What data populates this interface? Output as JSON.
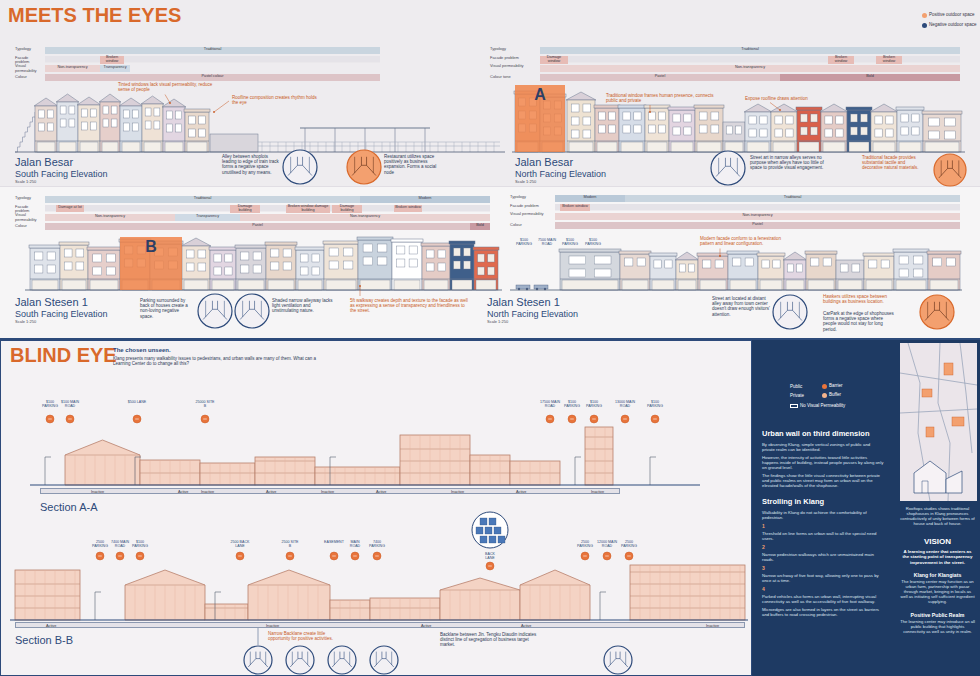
{
  "diagram": {
    "title": "MEETS THE EYES",
    "nodes": [
      {
        "text": [
          "Traditional"
        ]
      },
      {
        "text": [
          "Broken window"
        ]
      },
      {
        "text": [
          "Non-transparency"
        ]
      },
      {
        "text": [
          "Transparency"
        ]
      },
      {
        "text": [
          "Pastel colour"
        ]
      },
      {
        "text": [
          "Traditional"
        ]
      },
      {
        "text": [
          "Damage window"
        ]
      },
      {
        "text": [
          "Broken window"
        ]
      },
      {
        "text": [
          "Broken window"
        ]
      },
      {
        "text": [
          "Non-transparency"
        ]
      },
      {
        "text": [
          "Pastel"
        ]
      },
      {
        "text": [
          "Bold"
        ]
      },
      {
        "text": [
          "A"
        ]
      },
      {
        "text": [
          "Traditional"
        ]
      },
      {
        "text": [
          "Modern"
        ]
      },
      {
        "text": [
          "Damage at lot"
        ]
      },
      {
        "text": [
          "Damage building"
        ]
      },
      {
        "text": [
          "Broken window damage building"
        ]
      },
      {
        "text": [
          "Damage building"
        ]
      },
      {
        "text": [
          "Broken window"
        ]
      },
      {
        "text": [
          "Non-transparency"
        ]
      },
      {
        "text": [
          "Transparency"
        ]
      },
      {
        "text": [
          "Non-transparency"
        ]
      },
      {
        "text": [
          "Pastel"
        ]
      },
      {
        "text": [
          "Bold"
        ]
      },
      {
        "text": [
          "B"
        ]
      },
      {
        "text": [
          "Modern"
        ]
      },
      {
        "text": [
          "Traditional"
        ]
      },
      {
        "text": [
          "Broken window"
        ]
      },
      {
        "text": [
          "Non-transparency"
        ]
      },
      {
        "text": [
          "Pastel"
        ]
      },
      {
        "text": [
          "Inactive",
          "Active",
          "Inactive",
          "Active",
          "Inactive",
          "Active",
          "Inactive",
          "Active",
          "Inactive"
        ]
      },
      {
        "text": [
          "Active",
          "Inactive",
          "Active",
          "Active",
          "Inactive"
        ]
      },
      {
        "text": [
          "Urban wall on third dimension",
          "By observing Klang, simple vertical zonings of public and private realm can be identified.",
          "However, the intensity of activities toward little activities happens inside of building, instead people passes by along only on ground level.",
          "The findings show the little visual connectivity between private and public realms on street may form an urban wall on the elevated facade/walls of the shophouse.",
          "Strolling in Klang",
          "Walkability in Klang do not achieve the comfortability of pedestrian.",
          "1",
          "Threshold on line forms an urban wall to all the special need users.",
          "2",
          "Narrow pedestrian walkways which are unmaintained main roads.",
          "3",
          "Narrow archway of five foot way, allowing only one to pass by once at a time.",
          "4",
          "Parked vehicles also forms an urban wall, interrupting visual connectivity as well as the accessibility of five foot walkway.",
          "Microedges are also formed in layers on the street as barriers and buffers to road crossing pedestrian."
        ]
      },
      {
        "text": [
          "Rooftops studies shows traditional shophouses in Klang pronounces contradictively of unity between forms of house and back of house.",
          "VISION",
          "A learning center that centers as the starting point of transparency improvement in the street.",
          "Klang for Klangiats",
          "The learning center may function as an urban farm, partnership with pasar through market, bringing in locals as well as initiating self sufficient ingredient supplying.",
          "Positive Public Realm",
          "The learning center may introduce an all public building that highlights connectivity as well as unity in realm."
        ],
        "in": 33
      }
    ],
    "labels": [
      "Typology",
      "Facade problem",
      "Visual permeability",
      "Colour",
      "Typology",
      "Facade problem",
      "Visual permeability",
      "Colour tone",
      "Tinted windows lack visual permeability, reduce sense of people",
      "Roofline composition creates rhythm holds the eye",
      "Traditional window frames human presence, connects public and private",
      "Expose roofline draws attention",
      "Jalan Besar",
      "South Facing Elevation",
      "Scale 1:250",
      "Alley between shoplots leading to edge of train track forms a negative space unutilised by any means.",
      "Restaurant utilizes space positively as business expansion. Forms a social node",
      "Jalan Besar",
      "North Facing Elevation",
      "Scale 1:250",
      "Street art in narrow alleys serves no purpose when alleys have too little of space to provide visual engagement.",
      "Traditional facade provides substantial tactile and decorative natural materials.",
      "Typology",
      "Facade problem",
      "Visual permeability",
      "Colour",
      "Typology",
      "Facade problem",
      "Visual permeability",
      "Colour",
      "$100 PARKING",
      "7500 MAIN ROAD",
      "$100 PARKING",
      "$100 PARKING",
      "Modern facade conform to a fenestration pattern and linear configuration.",
      "5ft walkway creates depth and texture to the facade as well as expressing a sense of transparency and friendliness to the street.",
      "Jalan Stesen 1",
      "South Facing Elevation",
      "Scale 1:250",
      "Parking surrounded by back of houses create a non-loving negative space.",
      "Shaded narrow alleyway lacks light ventilation and unstimulating nature.",
      "Jalan Stesen 1",
      "North Facing Elevation",
      "Scale 1:250",
      "Street art located at distant alley away from town center doesn't draw enough visitors' attention.",
      "Hawkers utilizes space between buildings as business location.",
      "CarPark at the edge of shophouses forms a negative space where people would not stay for long period.",
      "BLIND EYE",
      "The chosen unseen.",
      "Klang presents many walkability issues to pedestrians, and urban walls are many of them. What can a Learning Center do to change all this?",
      "$100 PARKING",
      "$100 MAIN ROAD",
      "$500 LANE",
      "25000 SITE B",
      "17500 MAIN ROAD",
      "$100 PARKING",
      "$100 PARKING",
      "13000 MAIN ROAD",
      "$100 PARKING",
      "Section A-A",
      "2500 PARKING",
      "7400 MAIN ROAD",
      "$100 PARKING",
      "2500 BACK LANE",
      "2500 SITE B",
      "EASEMENT",
      "MAIN ROAD",
      "7400 PARKING",
      "BACK LANE",
      "2500 PARKING",
      "12000 MAIN ROAD",
      "2500 PARKING",
      "Section B-B",
      "Narrow Backlane create little opportunity for positive activities.",
      "Backlane between Jln. Tengku Diaudin indicates distinct line of segregation of business target market.",
      "Public",
      "Private"
    ],
    "legend": [
      {
        "text": "Positive outdoor space",
        "color": "#f3a06f"
      },
      {
        "text": "Negative outdoor space",
        "color": "#2d4a7a"
      },
      {
        "text": "Barrier",
        "color": "#e8743b"
      },
      {
        "text": "Buffer",
        "color": "#f4b48c"
      },
      {
        "text": "No Visual Permeability"
      }
    ]
  }
}
